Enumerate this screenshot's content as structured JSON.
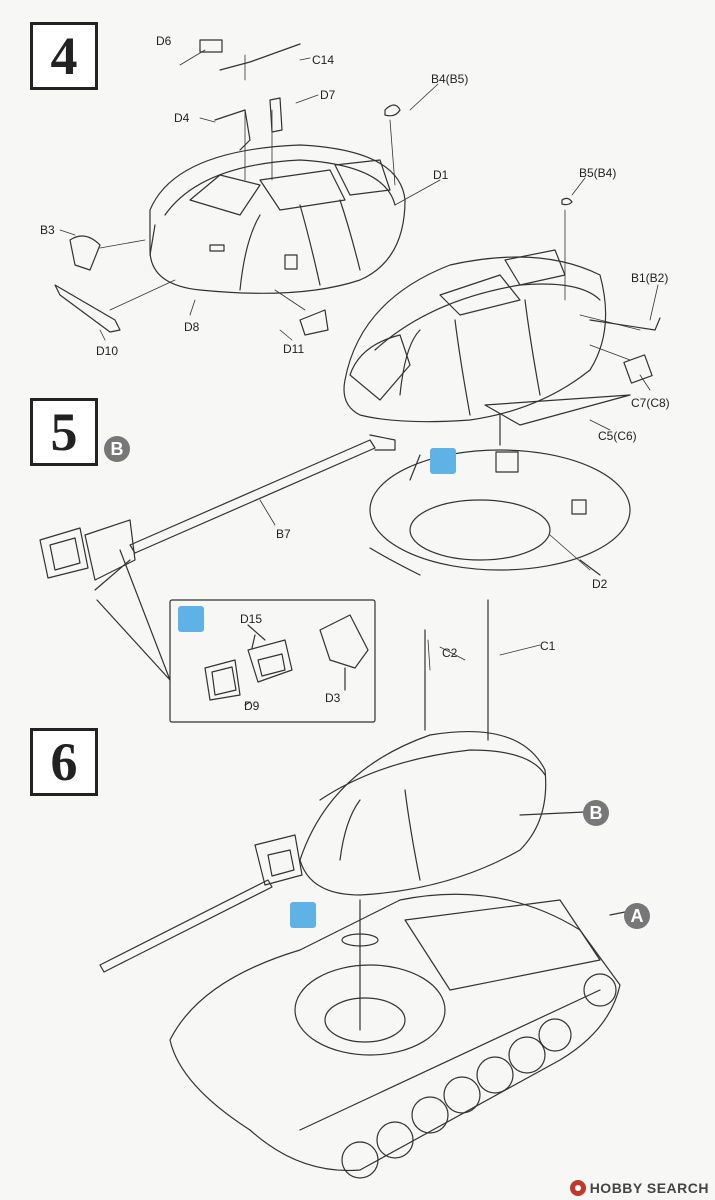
{
  "steps": [
    {
      "number": "4"
    },
    {
      "number": "5"
    },
    {
      "number": "6"
    }
  ],
  "badges": {
    "b1": "B",
    "b2": "B",
    "a": "A"
  },
  "parts": {
    "D6": "D6",
    "C14": "C14",
    "D7": "D7",
    "D4": "D4",
    "B4B5": "B4(B5)",
    "D1": "D1",
    "B5B4": "B5(B4)",
    "B3": "B3",
    "B1B2": "B1(B2)",
    "D8": "D8",
    "D10": "D10",
    "D11": "D11",
    "C7C8": "C7(C8)",
    "C5C6": "C5(C6)",
    "B7": "B7",
    "D2": "D2",
    "D15": "D15",
    "D9": "D9",
    "D3": "D3",
    "C2": "C2",
    "C1": "C1"
  },
  "watermark": {
    "text": "HOBBY SEARCH"
  },
  "colors": {
    "line": "#333333",
    "glue": "#5fb2e6",
    "badge": "#777777"
  }
}
